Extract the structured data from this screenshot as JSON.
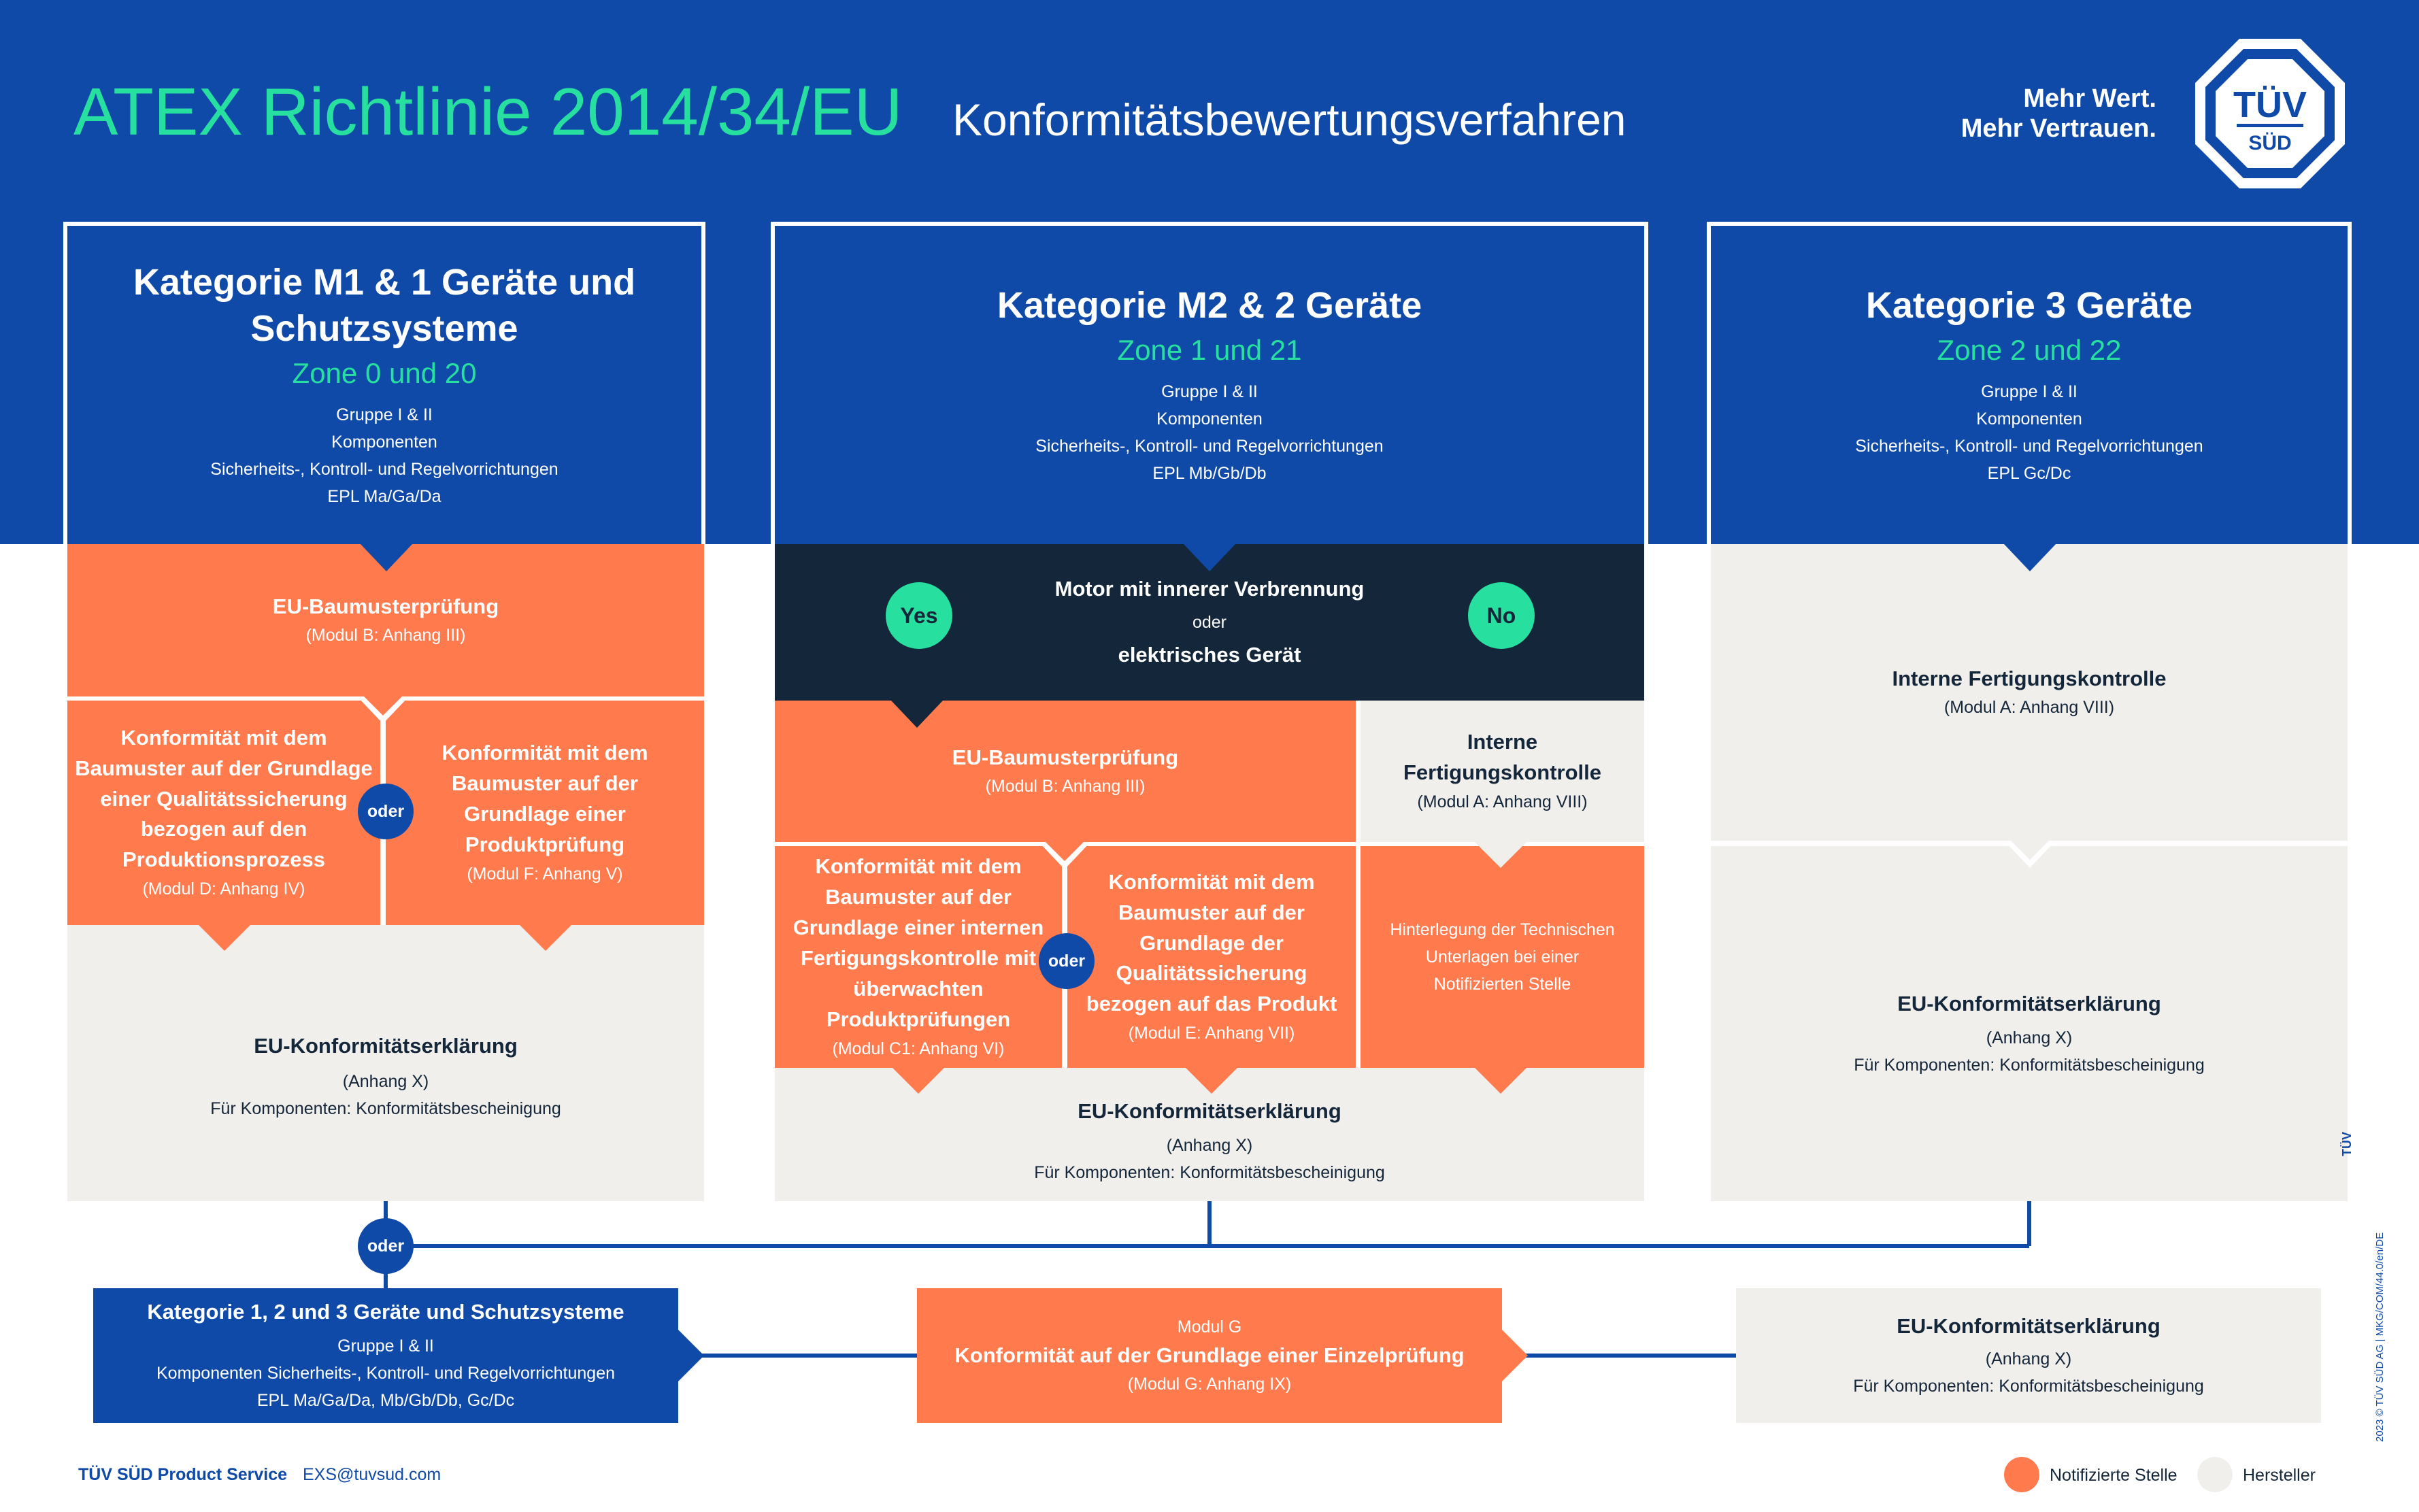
{
  "header": {
    "title": "ATEX Richtlinie 2014/34/EU",
    "subtitle": "Konformitätsbewertungsverfahren",
    "slogan_line1": "Mehr Wert.",
    "slogan_line2": "Mehr Vertrauen.",
    "logo_line1": "TÜV",
    "logo_line2": "SÜD"
  },
  "col1": {
    "title_line1": "Kategorie M1 & 1 Geräte und",
    "title_line2": "Schutzsysteme",
    "zone": "Zone 0 und 20",
    "details": [
      "Gruppe I & II",
      "Komponenten",
      "Sicherheits-, Kontroll- und Regelvorrichtungen",
      "EPL Ma/Ga/Da"
    ],
    "baumuster_title": "EU-Baumusterprüfung",
    "baumuster_sub": "(Modul B: Anhang III)",
    "left_lines": [
      "Konformität mit dem",
      "Baumuster auf der Grundlage",
      "einer Qualitätssicherung",
      "bezogen auf den",
      "Produktionsprozess"
    ],
    "left_sub": "(Modul D: Anhang IV)",
    "right_lines": [
      "Konformität mit dem",
      "Baumuster auf der",
      "Grundlage einer",
      "Produktprüfung"
    ],
    "right_sub": "(Modul F: Anhang V)",
    "oder": "oder",
    "decl_title": "EU-Konformitätserklärung",
    "decl_sub1": "(Anhang X)",
    "decl_sub2": "Für Komponenten: Konformitätsbescheinigung"
  },
  "col2": {
    "title": "Kategorie M2 & 2 Geräte",
    "zone": "Zone 1 und 21",
    "details": [
      "Gruppe I & II",
      "Komponenten",
      "Sicherheits-, Kontroll- und Regelvorrichtungen",
      "EPL Mb/Gb/Db"
    ],
    "q_line1": "Motor mit innerer Verbrennung",
    "q_oder": "oder",
    "q_line2": "elektrisches Gerät",
    "yes": "Yes",
    "no": "No",
    "baumuster_title": "EU-Baumusterprüfung",
    "baumuster_sub": "(Modul B: Anhang III)",
    "internal_line1": "Interne",
    "internal_line2": "Fertigungskontrolle",
    "internal_sub": "(Modul A: Anhang VIII)",
    "c1_lines": [
      "Konformität mit dem",
      "Baumuster auf der",
      "Grundlage einer internen",
      "Fertigungskontrolle mit",
      "überwachten",
      "Produktprüfungen"
    ],
    "c1_sub": "(Modul C1: Anhang VI)",
    "e_lines": [
      "Konformität mit dem",
      "Baumuster auf der",
      "Grundlage der",
      "Qualitätssicherung",
      "bezogen auf das Produkt"
    ],
    "e_sub": "(Modul E: Anhang VII)",
    "hint_lines": [
      "Hinterlegung der Technischen",
      "Unterlagen bei einer",
      "Notifizierten Stelle"
    ],
    "oder": "oder",
    "decl_title": "EU-Konformitätserklärung",
    "decl_sub1": "(Anhang X)",
    "decl_sub2": "Für Komponenten: Konformitätsbescheinigung"
  },
  "col3": {
    "title": "Kategorie 3 Geräte",
    "zone": "Zone 2 und 22",
    "details": [
      "Gruppe I & II",
      "Komponenten",
      "Sicherheits-, Kontroll- und Regelvorrichtungen",
      "EPL Gc/Dc"
    ],
    "internal_title": "Interne Fertigungskontrolle",
    "internal_sub": "(Modul A: Anhang VIII)",
    "decl_title": "EU-Konformitätserklärung",
    "decl_sub1": "(Anhang X)",
    "decl_sub2": "Für Komponenten: Konformitätsbescheinigung"
  },
  "bottom": {
    "oder": "oder",
    "cat_title": "Kategorie 1, 2 und 3 Geräte und Schutzsysteme",
    "cat_details": [
      "Gruppe I & II",
      "Komponenten Sicherheits-, Kontroll- und Regelvorrichtungen",
      "EPL Ma/Ga/Da, Mb/Gb/Db, Gc/Dc"
    ],
    "g_top": "Modul G",
    "g_title": "Konformität auf der Grundlage einer Einzelprüfung",
    "g_sub": "(Modul G: Anhang IX)",
    "decl_title": "EU-Konformitätserklärung",
    "decl_sub1": "(Anhang X)",
    "decl_sub2": "Für Komponenten: Konformitätsbescheinigung"
  },
  "footer": {
    "company": "TÜV SÜD Product Service",
    "email": "EXS@tuvsud.com",
    "legend_notified": "Notifizierte Stelle",
    "legend_manufacturer": "Hersteller",
    "side_brand": "TÜV",
    "side_text": "2023 © TÜV SÜD AG | MKG/COM/44.0/en/DE"
  },
  "colors": {
    "blue": "#0f4aa8",
    "orange": "#ff7a4d",
    "dark": "#14263a",
    "grey": "#f1efec",
    "green": "#27e0a0"
  }
}
